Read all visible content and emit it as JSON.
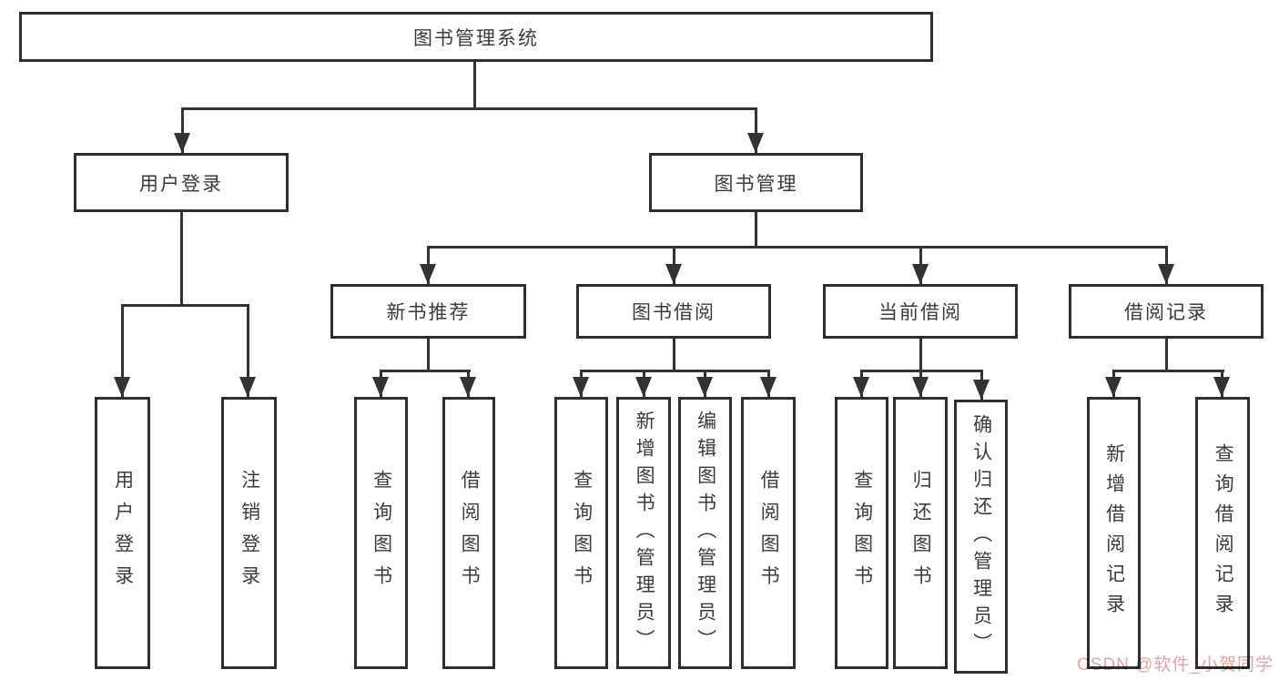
{
  "diagram": {
    "root": {
      "label": "图书管理系统"
    },
    "children": [
      {
        "label": "用户登录",
        "children": [
          {
            "label": "用户登录"
          },
          {
            "label": "注销登录"
          }
        ]
      },
      {
        "label": "图书管理",
        "children": [
          {
            "label": "新书推荐",
            "children": [
              {
                "label": "查询图书"
              },
              {
                "label": "借阅图书"
              }
            ]
          },
          {
            "label": "图书借阅",
            "children": [
              {
                "label": "查询图书"
              },
              {
                "label": "新增图书（管理员）"
              },
              {
                "label": "编辑图书（管理员）"
              },
              {
                "label": "借阅图书"
              }
            ]
          },
          {
            "label": "当前借阅",
            "children": [
              {
                "label": "查询图书"
              },
              {
                "label": "归还图书"
              },
              {
                "label": "确认归还（管理员）"
              }
            ]
          },
          {
            "label": "借阅记录",
            "children": [
              {
                "label": "新增借阅记录"
              },
              {
                "label": "查询借阅记录"
              }
            ]
          }
        ]
      }
    ]
  },
  "watermark": {
    "text": "CSDN @软件_小贺同学"
  },
  "colors": {
    "background": "#ffffff",
    "box_border": "#2e2e2e",
    "connector_line": "#333333",
    "text": "#3b3b3b",
    "watermark": "#ec9f9f"
  }
}
